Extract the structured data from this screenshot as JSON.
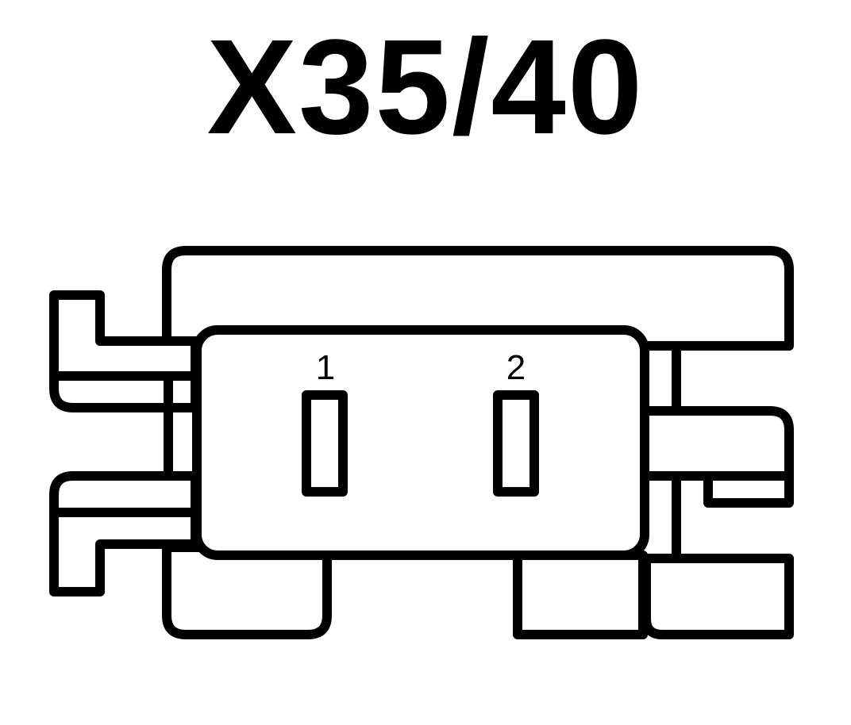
{
  "connector": {
    "title": "X35/40",
    "pins": [
      {
        "label": "1"
      },
      {
        "label": "2"
      }
    ]
  }
}
